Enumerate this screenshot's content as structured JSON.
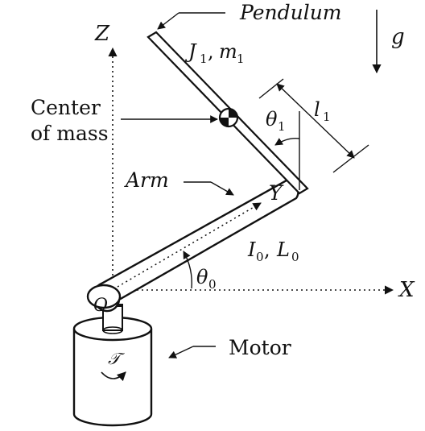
{
  "labels": {
    "pendulum": "Pendulum",
    "gravity": "g",
    "axis_z": "Z",
    "axis_x": "X",
    "axis_y": "Y",
    "origin": "O",
    "pendulum_props_j": "J",
    "pendulum_props_j_sub": "1",
    "pendulum_props_m": "m",
    "pendulum_props_m_sub": "1",
    "length_l": "l",
    "length_l_sub": "1",
    "theta1": "θ",
    "theta1_sub": "1",
    "center_of_mass_line1": "Center",
    "center_of_mass_line2": "of mass",
    "arm": "Arm",
    "arm_props_i": "I",
    "arm_props_i_sub": "0",
    "arm_props_l": "L",
    "arm_props_l_sub": "0",
    "theta0": "θ",
    "theta0_sub": "0",
    "motor": "Motor",
    "torque": "𝒯"
  },
  "colors": {
    "ink": "#111111",
    "arm_fill": "#ffffff",
    "com_dark": "#111111"
  }
}
